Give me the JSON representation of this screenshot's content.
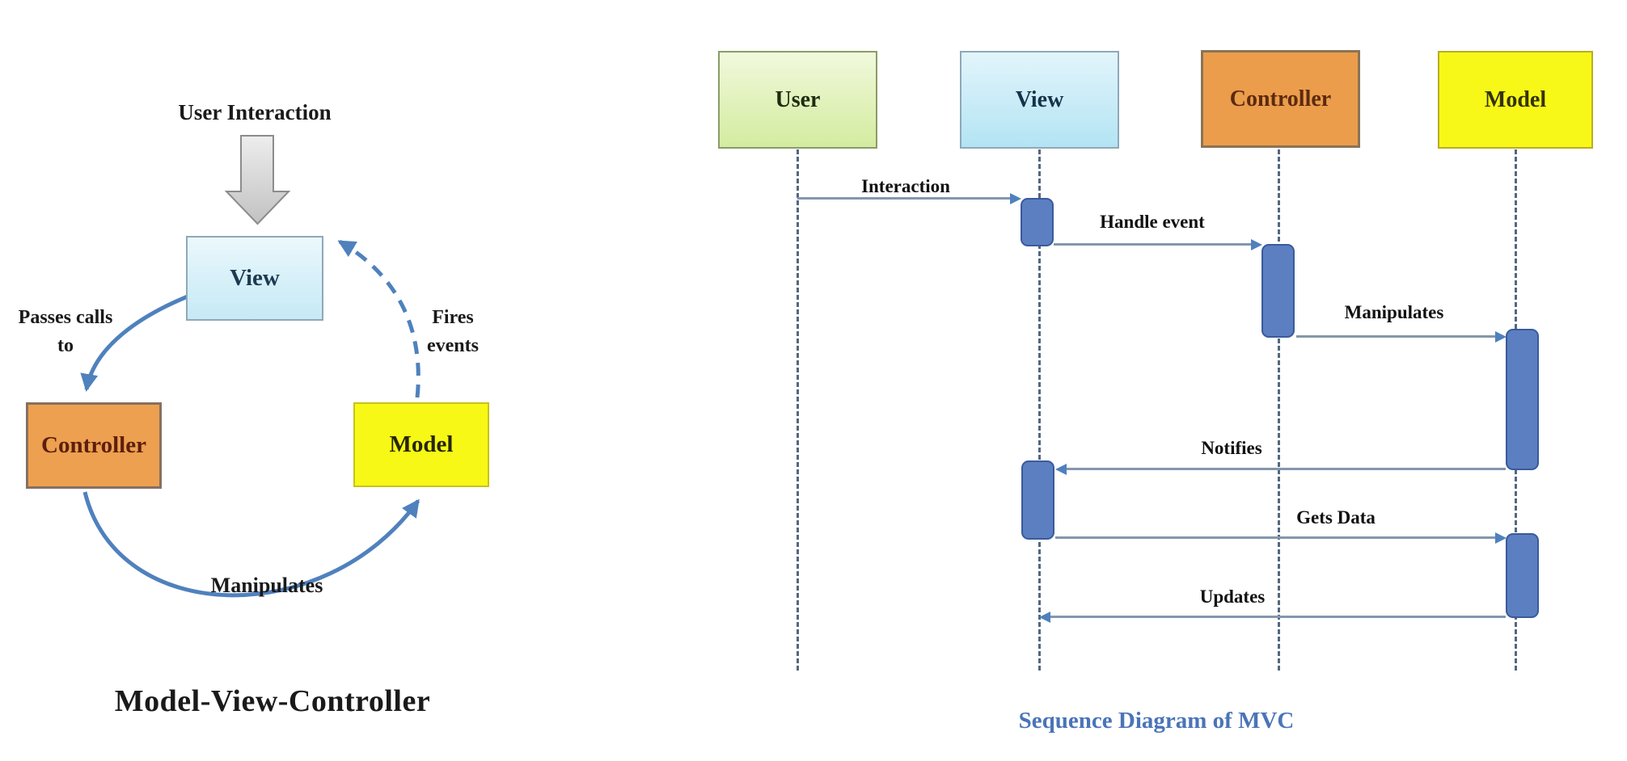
{
  "left_diagram": {
    "user_interaction_label": "User Interaction",
    "nodes": {
      "view": "View",
      "controller": "Controller",
      "model": "Model"
    },
    "edge_labels": {
      "passes_calls_to": "Passes calls to",
      "fires_events": "Fires events",
      "manipulates": "Manipulates"
    },
    "title": "Model-View-Controller"
  },
  "sequence_diagram": {
    "actors": [
      {
        "label": "User"
      },
      {
        "label": "View"
      },
      {
        "label": "Controller"
      },
      {
        "label": "Model"
      }
    ],
    "messages": [
      {
        "label": "Interaction",
        "from": "User",
        "to": "View"
      },
      {
        "label": "Handle event",
        "from": "View",
        "to": "Controller"
      },
      {
        "label": "Manipulates",
        "from": "Controller",
        "to": "Model"
      },
      {
        "label": "Notifies",
        "from": "Model",
        "to": "View"
      },
      {
        "label": "Gets Data",
        "from": "View",
        "to": "Model"
      },
      {
        "label": "Updates",
        "from": "Model",
        "to": "View"
      }
    ],
    "caption": "Sequence Diagram of MVC"
  },
  "colors": {
    "curve_blue": "#4f81bd",
    "message_line": "#8496ab",
    "lifeline": "#54677f",
    "activation_fill": "#5b7fc0",
    "activation_border": "#3a5a9b",
    "user_fill": "#d9efa8",
    "view_fill": "#bfe7f5",
    "controller_fill": "#eb9d4c",
    "model_fill": "#f8f818",
    "caption_blue": "#4a74b8"
  }
}
